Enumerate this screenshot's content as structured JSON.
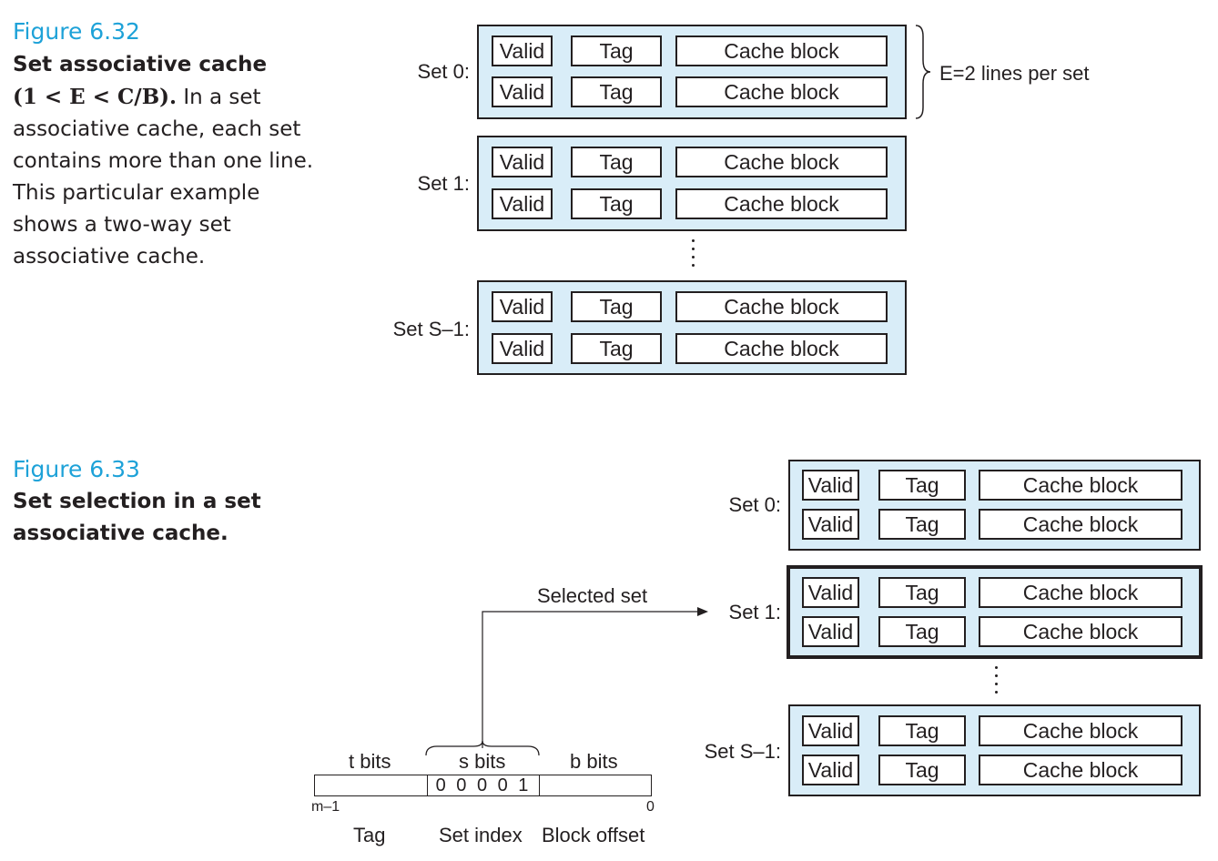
{
  "fig32": {
    "number": "Figure 6.32",
    "title": "Set associative cache",
    "formula": "(1 < E < C/B).",
    "body": "In a set associative cache, each set contains more than one line. This particular example shows a two-way set associative cache.",
    "annotation": "E=2 lines per set",
    "sets": [
      {
        "label": "Set 0:",
        "lines": [
          [
            "Valid",
            "Tag",
            "Cache block"
          ],
          [
            "Valid",
            "Tag",
            "Cache block"
          ]
        ]
      },
      {
        "label": "Set 1:",
        "lines": [
          [
            "Valid",
            "Tag",
            "Cache block"
          ],
          [
            "Valid",
            "Tag",
            "Cache block"
          ]
        ]
      },
      {
        "label": "Set S–1:",
        "lines": [
          [
            "Valid",
            "Tag",
            "Cache block"
          ],
          [
            "Valid",
            "Tag",
            "Cache block"
          ]
        ]
      }
    ]
  },
  "fig33": {
    "number": "Figure 6.33",
    "title": "Set selection in a set associative cache.",
    "selected_set_label": "Selected set",
    "address": {
      "t_bits": "t bits",
      "s_bits": "s bits",
      "b_bits": "b bits",
      "set_index_value": "0 0 0 0 1",
      "high_bit": "m–1",
      "low_bit": "0",
      "tag_label": "Tag",
      "set_index_label": "Set index",
      "block_offset_label": "Block offset"
    },
    "sets": [
      {
        "label": "Set 0:",
        "lines": [
          [
            "Valid",
            "Tag",
            "Cache block"
          ],
          [
            "Valid",
            "Tag",
            "Cache block"
          ]
        ]
      },
      {
        "label": "Set 1:",
        "selected": true,
        "lines": [
          [
            "Valid",
            "Tag",
            "Cache block"
          ],
          [
            "Valid",
            "Tag",
            "Cache block"
          ]
        ]
      },
      {
        "label": "Set S–1:",
        "lines": [
          [
            "Valid",
            "Tag",
            "Cache block"
          ],
          [
            "Valid",
            "Tag",
            "Cache block"
          ]
        ]
      }
    ]
  }
}
